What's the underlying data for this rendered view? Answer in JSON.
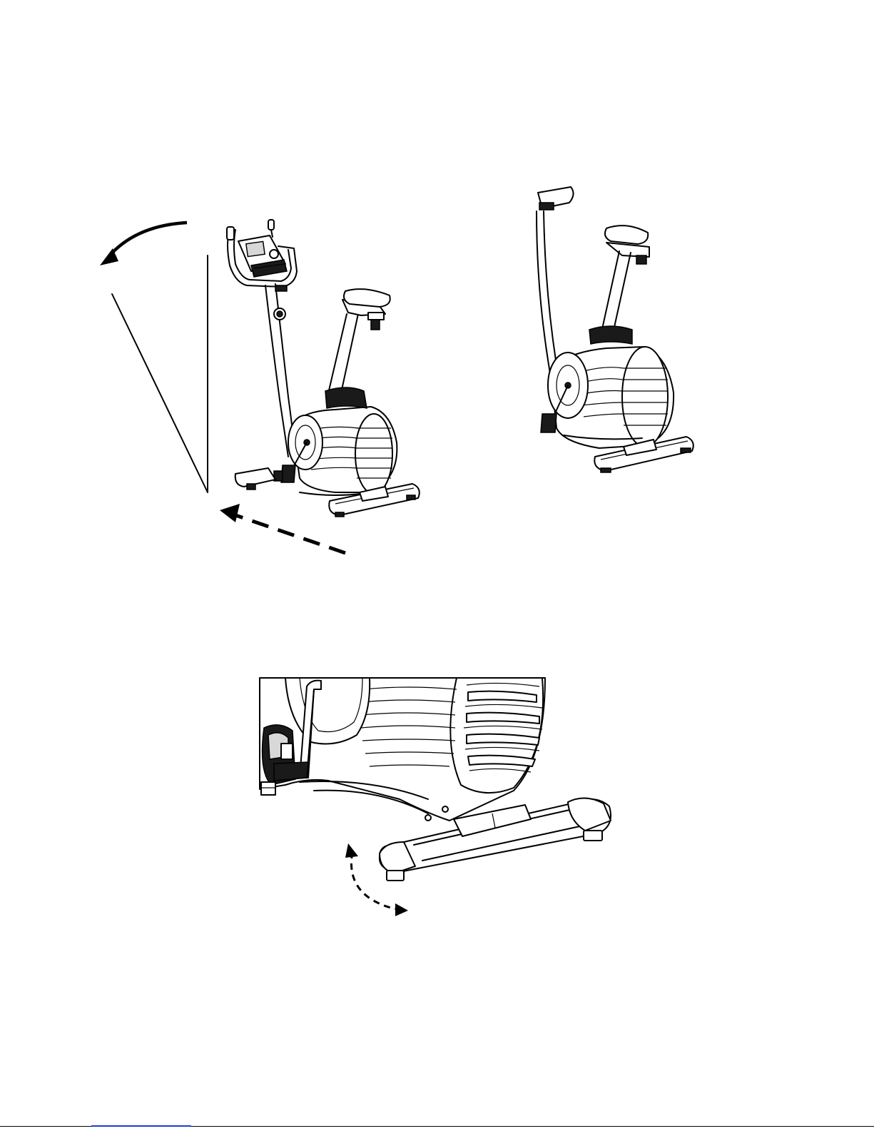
{
  "figures": [
    {
      "name": "exercise-bike-tilted"
    },
    {
      "name": "exercise-bike-rolling"
    },
    {
      "name": "front-stabilizer-detail"
    }
  ],
  "annotations": {
    "tilt_arrow": "curved-arrow",
    "push_arrow": "dashed-arrow",
    "level_arrow": "curved-dashed-arrow"
  },
  "colors": {
    "line": "#000000",
    "paper": "#ffffff",
    "link": "#1a3fd1"
  }
}
